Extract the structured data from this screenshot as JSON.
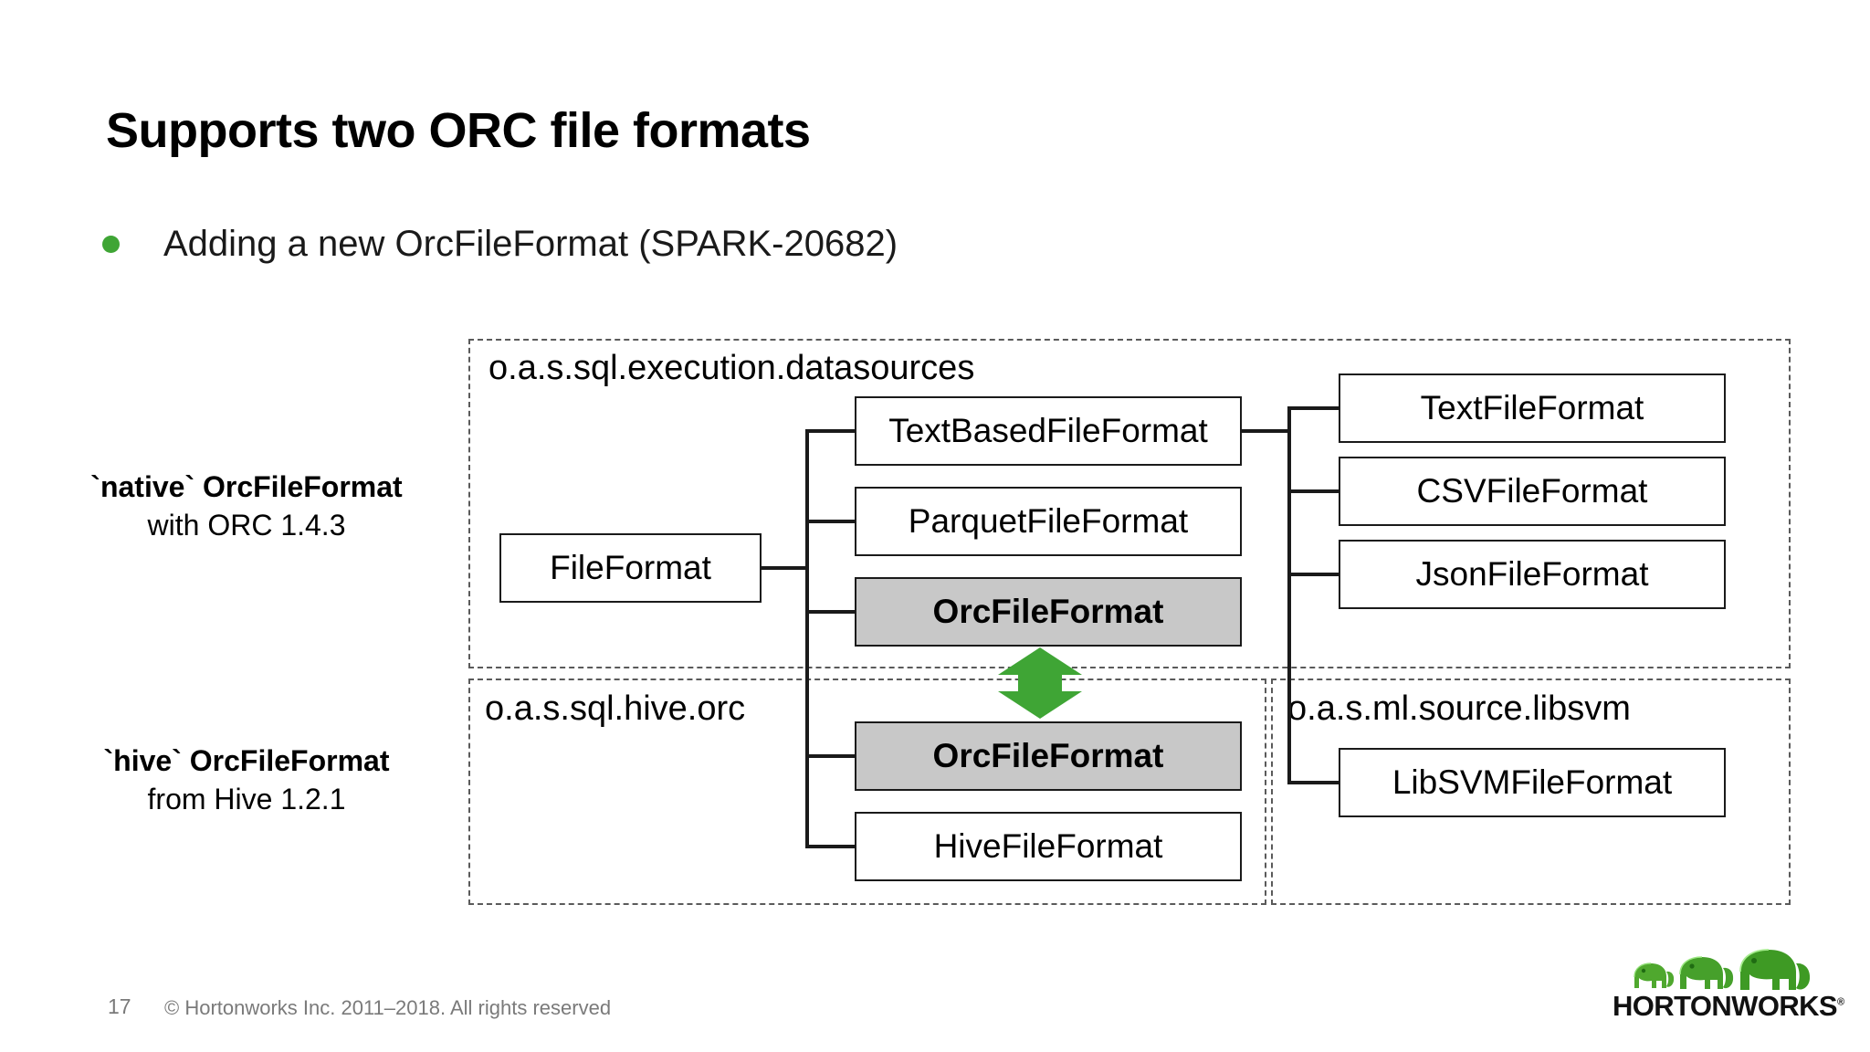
{
  "slide": {
    "title": "Supports two ORC file formats",
    "bullet": {
      "marker_color": "#3FA535",
      "text": "Adding a new OrcFileFormat (SPARK-20682)"
    }
  },
  "side_labels": {
    "native": {
      "line1": "`native` OrcFileFormat",
      "line2": "with ORC 1.4.3"
    },
    "hive": {
      "line1": "`hive` OrcFileFormat",
      "line2": "from Hive 1.2.1"
    }
  },
  "diagram": {
    "packages": [
      {
        "name": "datasources",
        "title": "o.a.s.sql.execution.datasources"
      },
      {
        "name": "hiveorc",
        "title": "o.a.s.sql.hive.orc"
      },
      {
        "name": "libsvm",
        "title": "o.a.s.ml.source.libsvm"
      }
    ],
    "nodes": {
      "fileformat": {
        "label": "FileFormat",
        "highlight": false
      },
      "textbased": {
        "label": "TextBasedFileFormat",
        "highlight": false
      },
      "parquet": {
        "label": "ParquetFileFormat",
        "highlight": false
      },
      "orc_native": {
        "label": "OrcFileFormat",
        "highlight": true
      },
      "text": {
        "label": "TextFileFormat",
        "highlight": false
      },
      "csv": {
        "label": "CSVFileFormat",
        "highlight": false
      },
      "json": {
        "label": "JsonFileFormat",
        "highlight": false
      },
      "orc_hive": {
        "label": "OrcFileFormat",
        "highlight": true
      },
      "hivefileformat": {
        "label": "HiveFileFormat",
        "highlight": false
      },
      "libsvm": {
        "label": "LibSVMFileFormat",
        "highlight": false
      }
    },
    "highlight_fill": "#C8C8C8",
    "arrow": {
      "name": "double-headed-vertical-arrow",
      "color": "#3FA535",
      "direction": "up-down",
      "connects": [
        "orc_native",
        "orc_hive"
      ]
    }
  },
  "footer": {
    "page_number": "17",
    "copyright": "© Hortonworks Inc. 2011–2018. All rights reserved"
  },
  "logo": {
    "wordmark": "HORTONWORKS",
    "trademark": "®",
    "elephant_color": "#4FA82E",
    "elephant_color_dark": "#2E8B1F"
  }
}
